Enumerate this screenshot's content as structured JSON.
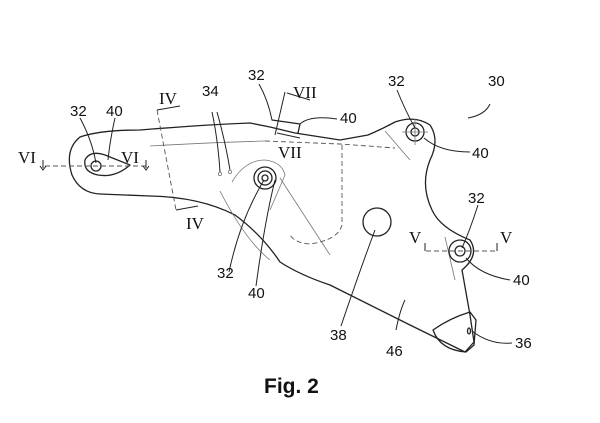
{
  "figure": {
    "caption": "Fig. 2",
    "reference_numerals": {
      "assembly": "30",
      "fastening_point": "32",
      "marking_holes": "34",
      "tip": "36",
      "opening": "38",
      "boss": "40",
      "plate": "46"
    },
    "section_labels": {
      "iv": "IV",
      "v": "V",
      "vi": "VI",
      "vii": "VII"
    }
  }
}
